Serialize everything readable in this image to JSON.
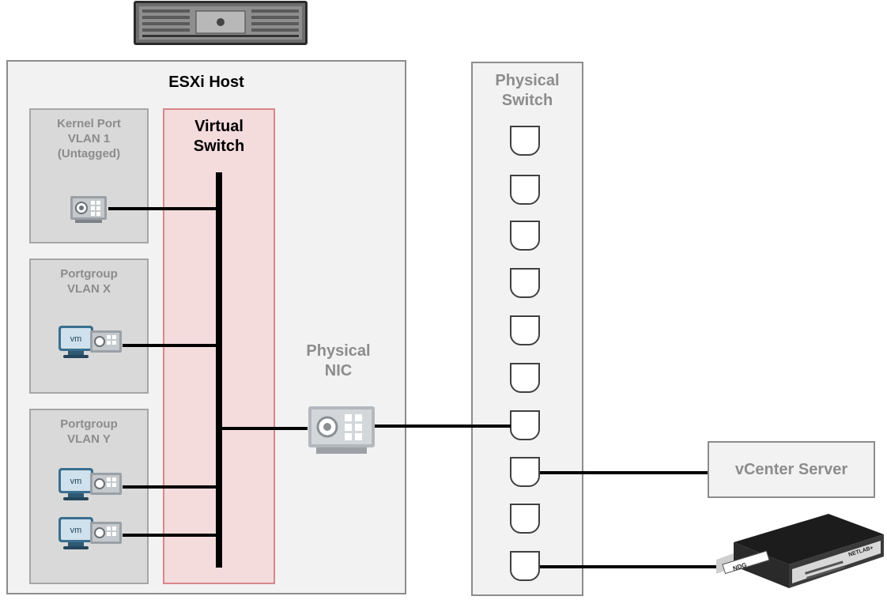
{
  "host": {
    "title": "ESXi Host"
  },
  "vswitch": {
    "title_line1": "Virtual",
    "title_line2": "Switch"
  },
  "portgroups": [
    {
      "line1": "Kernel Port",
      "line2": "VLAN 1",
      "line3": "(Untagged)"
    },
    {
      "line1": "Portgroup",
      "line2": "VLAN X",
      "line3": ""
    },
    {
      "line1": "Portgroup",
      "line2": "VLAN Y",
      "line3": ""
    }
  ],
  "pnic": {
    "line1": "Physical",
    "line2": "NIC"
  },
  "pswitch": {
    "line1": "Physical",
    "line2": "Switch",
    "port_count": 10
  },
  "vcenter": {
    "label": "vCenter Server"
  },
  "vm_label": "vm",
  "appliance": {
    "brand": "NDG",
    "model": "NETLAB+"
  },
  "icons": {
    "server": "rack-server-icon",
    "nic": "network-card-icon",
    "vm": "virtual-machine-monitor-icon",
    "appliance": "netlab-appliance-icon"
  },
  "colors": {
    "host_fill": "#f2f2f2",
    "portgroup_fill": "#d9d9d9",
    "vswitch_fill": "#f4dbdc",
    "vswitch_border": "#d7878a",
    "label_gray": "#8c8c8c"
  }
}
